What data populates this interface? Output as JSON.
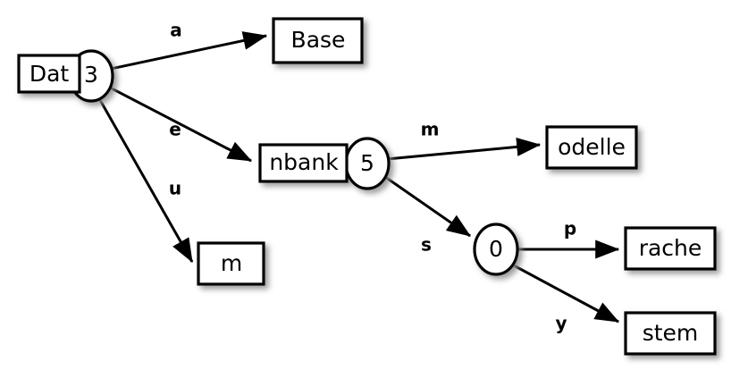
{
  "diagram": {
    "background_color": "#ffffff",
    "stroke_color": "#000000",
    "fill_color": "#ffffff",
    "shadow_color": "#9a9a9a",
    "nodes": [
      {
        "id": "dat",
        "shape": "rect-with-ellipse",
        "rect_label": "Dat",
        "ellipse_label": "3"
      },
      {
        "id": "base",
        "shape": "rect",
        "rect_label": "Base",
        "ellipse_label": ""
      },
      {
        "id": "nbank",
        "shape": "rect-with-ellipse",
        "rect_label": "nbank",
        "ellipse_label": "5"
      },
      {
        "id": "m",
        "shape": "rect",
        "rect_label": "m",
        "ellipse_label": ""
      },
      {
        "id": "odelle",
        "shape": "rect",
        "rect_label": "odelle",
        "ellipse_label": ""
      },
      {
        "id": "zero",
        "shape": "ellipse",
        "rect_label": "",
        "ellipse_label": "0"
      },
      {
        "id": "rache",
        "shape": "rect",
        "rect_label": "rache",
        "ellipse_label": ""
      },
      {
        "id": "stem",
        "shape": "rect",
        "rect_label": "stem",
        "ellipse_label": ""
      }
    ],
    "edges": [
      {
        "from": "dat",
        "to": "base",
        "label": "a"
      },
      {
        "from": "dat",
        "to": "nbank",
        "label": "e"
      },
      {
        "from": "dat",
        "to": "m",
        "label": "u"
      },
      {
        "from": "nbank",
        "to": "odelle",
        "label": "m"
      },
      {
        "from": "nbank",
        "to": "zero",
        "label": "s"
      },
      {
        "from": "zero",
        "to": "rache",
        "label": "p"
      },
      {
        "from": "zero",
        "to": "stem",
        "label": "y"
      }
    ]
  }
}
